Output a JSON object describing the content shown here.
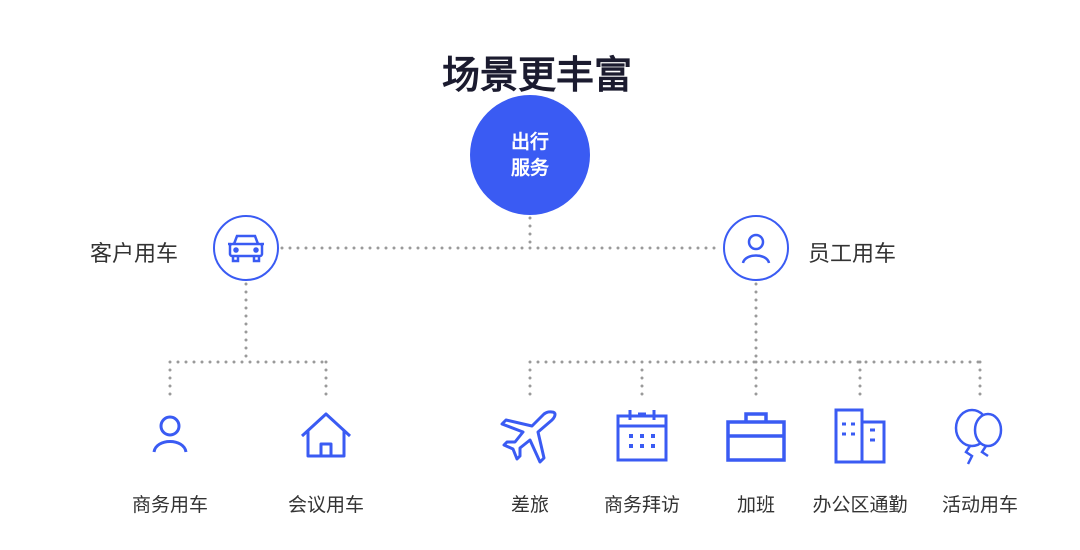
{
  "title": "场景更丰富",
  "hub": {
    "line1": "出行",
    "line2": "服务"
  },
  "branches": [
    {
      "label": "客户用车",
      "icon": "car-icon",
      "children": [
        {
          "label": "商务用车",
          "icon": "person-icon"
        },
        {
          "label": "会议用车",
          "icon": "house-icon"
        }
      ]
    },
    {
      "label": "员工用车",
      "icon": "person-icon",
      "children": [
        {
          "label": "差旅",
          "icon": "airplane-icon"
        },
        {
          "label": "商务拜访",
          "icon": "calendar-icon"
        },
        {
          "label": "加班",
          "icon": "briefcase-icon"
        },
        {
          "label": "办公区通勤",
          "icon": "building-icon"
        },
        {
          "label": "活动用车",
          "icon": "balloons-icon"
        }
      ]
    }
  ],
  "colors": {
    "accent": "#3a5bf3",
    "dots": "#999999",
    "text": "#333333"
  }
}
